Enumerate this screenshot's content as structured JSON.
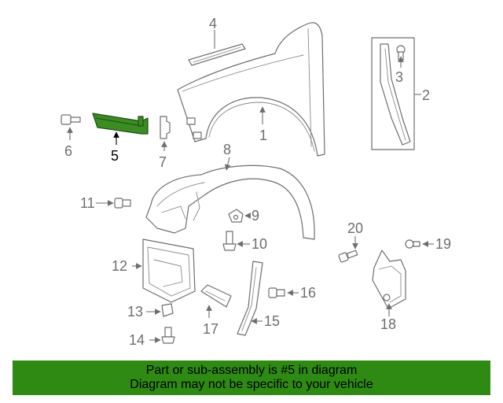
{
  "diagram": {
    "highlight_part": "5",
    "highlight_color": "#3b8c22",
    "callouts": [
      "1",
      "2",
      "3",
      "4",
      "5",
      "6",
      "7",
      "8",
      "9",
      "10",
      "11",
      "12",
      "13",
      "14",
      "15",
      "16",
      "17",
      "18",
      "19",
      "20"
    ]
  },
  "footer": {
    "line1": "Part or sub-assembly is #5 in diagram",
    "line2": "Diagram may not be specific to your vehicle",
    "background": "#2f8a14"
  }
}
